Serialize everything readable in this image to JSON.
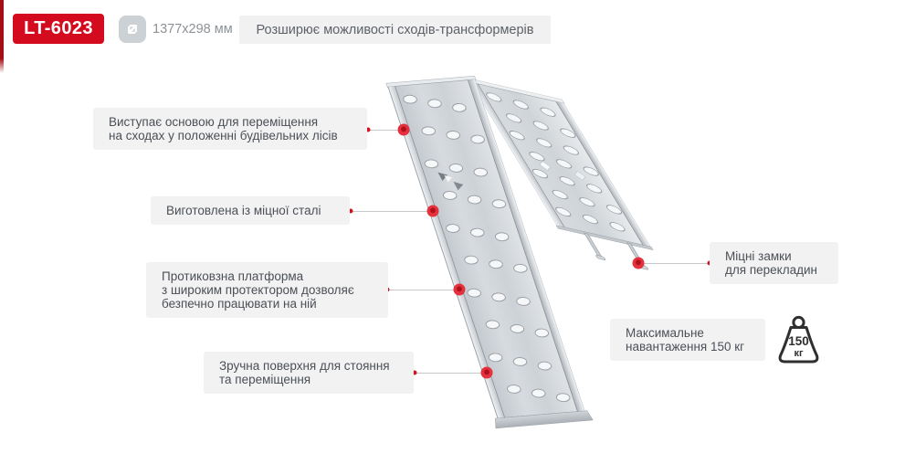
{
  "header": {
    "model": "LT-6023",
    "dimensions": "1377x298 мм",
    "dimensions_icon": "resize-diagonal-arrow-icon",
    "tagline": "Розширює можливості сходів-трансформерів"
  },
  "callouts": [
    {
      "lines": [
        "Виступає основою для переміщення",
        "на сходах у положенні будівельних лісів"
      ]
    },
    {
      "lines": [
        "Виготовлена із міцної сталі"
      ]
    },
    {
      "lines": [
        "Протиковзна платформа",
        "з широким протектором дозволяє",
        "безпечно працювати на ній"
      ]
    },
    {
      "lines": [
        "Зручна поверхня для стояння",
        "та переміщення"
      ]
    },
    {
      "lines": [
        "Міцні замки",
        "для перекладин"
      ]
    }
  ],
  "max_load": {
    "lines": [
      "Максимальне",
      "навантаження 150 кг"
    ],
    "badge_value": "150",
    "badge_unit": "кг",
    "icon": "weight-icon"
  },
  "colors": {
    "accent_red": "#d40b1e",
    "edge_bar_red": "#a30d13",
    "dot_red": "#e31b2d",
    "box_bg": "#f2f2f3",
    "text_gray": "#4b5056",
    "metal_light": "#e8eaed",
    "metal_mid": "#cdd2d7"
  }
}
